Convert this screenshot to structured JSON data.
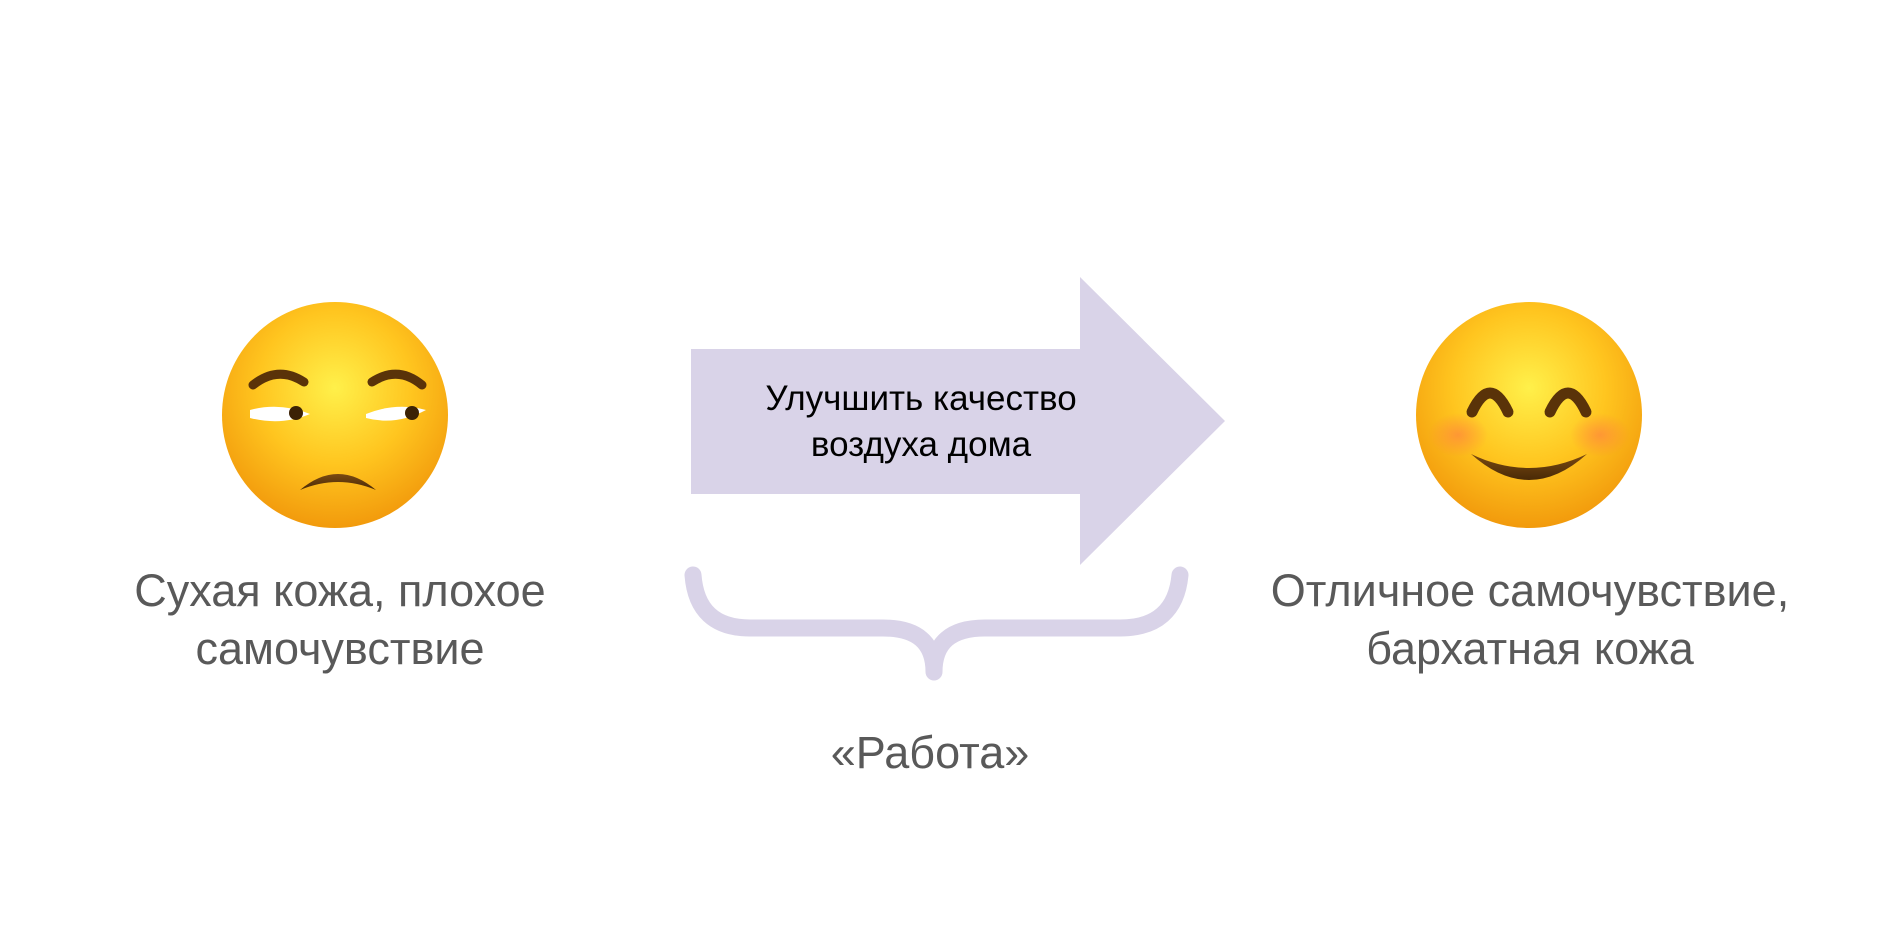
{
  "left_state": {
    "emoji_icon": "unamused-face-icon",
    "caption": "Сухая кожа, плохое\nсамочувствие"
  },
  "arrow": {
    "label": "Улучшить качество\nвоздуха дома"
  },
  "brace_label": "«Работа»",
  "right_state": {
    "emoji_icon": "smiling-face-with-smiling-eyes-icon",
    "caption": "Отличное самочувствие,\nбархатная кожа"
  },
  "colors": {
    "arrow_fill": "#d9d3e8",
    "brace_stroke": "#d9d3e8",
    "caption_text": "#595959",
    "emoji_yellow": "#ffcf2e"
  }
}
